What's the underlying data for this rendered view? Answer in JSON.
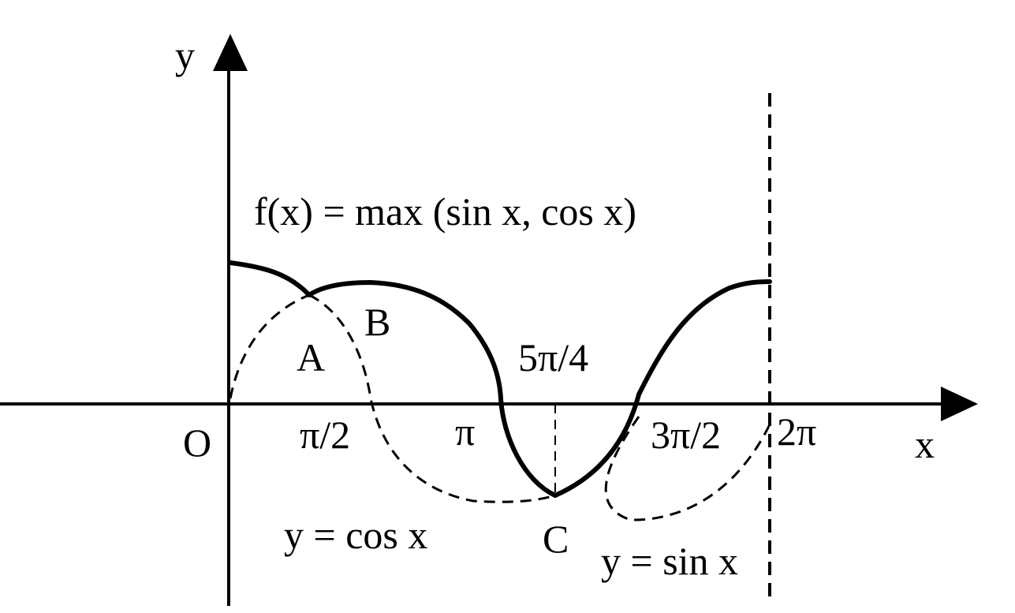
{
  "diagram": {
    "title": "f(x) = max (sin x, cos x)",
    "axis_labels": {
      "x": "x",
      "y": "y",
      "origin": "O"
    },
    "tick_labels": {
      "half_pi": "π/2",
      "pi": "π",
      "five_pi_over_four": "5π/4",
      "three_half_pi": "3π/2",
      "two_pi": "2π"
    },
    "points": {
      "a": "A",
      "b": "B",
      "c": "C"
    },
    "curve_labels": {
      "cos": "y = cos x",
      "sin": "y = sin x"
    },
    "colors": {
      "ink": "#000000",
      "background": "#ffffff"
    }
  }
}
